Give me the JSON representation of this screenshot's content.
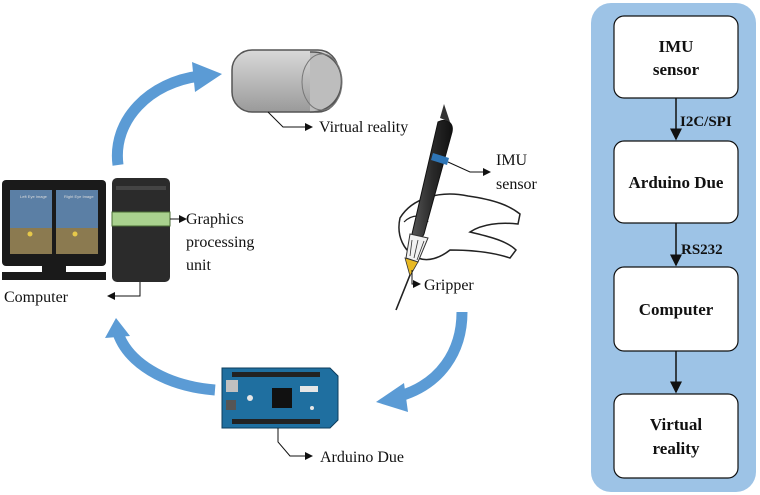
{
  "left_diagram": {
    "vr_label": "Virtual reality",
    "imu_label_line1": "IMU",
    "imu_label_line2": "sensor",
    "gpu_label_line1": "Graphics",
    "gpu_label_line2": "processing",
    "gpu_label_line3": "unit",
    "computer_label": "Computer",
    "gripper_label": "Gripper",
    "arduino_label": "Arduino Due",
    "screen_left_caption": "Left Eye Image",
    "screen_right_caption": "Right Eye Image"
  },
  "flowchart": {
    "boxes": [
      {
        "line1": "IMU",
        "line2": "sensor"
      },
      {
        "line1": "Arduino Due",
        "line2": ""
      },
      {
        "line1": "Computer",
        "line2": ""
      },
      {
        "line1": "Virtual",
        "line2": "reality"
      }
    ],
    "edges": [
      "I2C/SPI",
      "RS232",
      ""
    ]
  },
  "colors": {
    "panel": "#9dc3e6",
    "arrow": "#5b9bd5",
    "gpu_band": "#a9d18e",
    "screen_sky": "#5b7fa5",
    "screen_ground": "#8b7a50"
  }
}
